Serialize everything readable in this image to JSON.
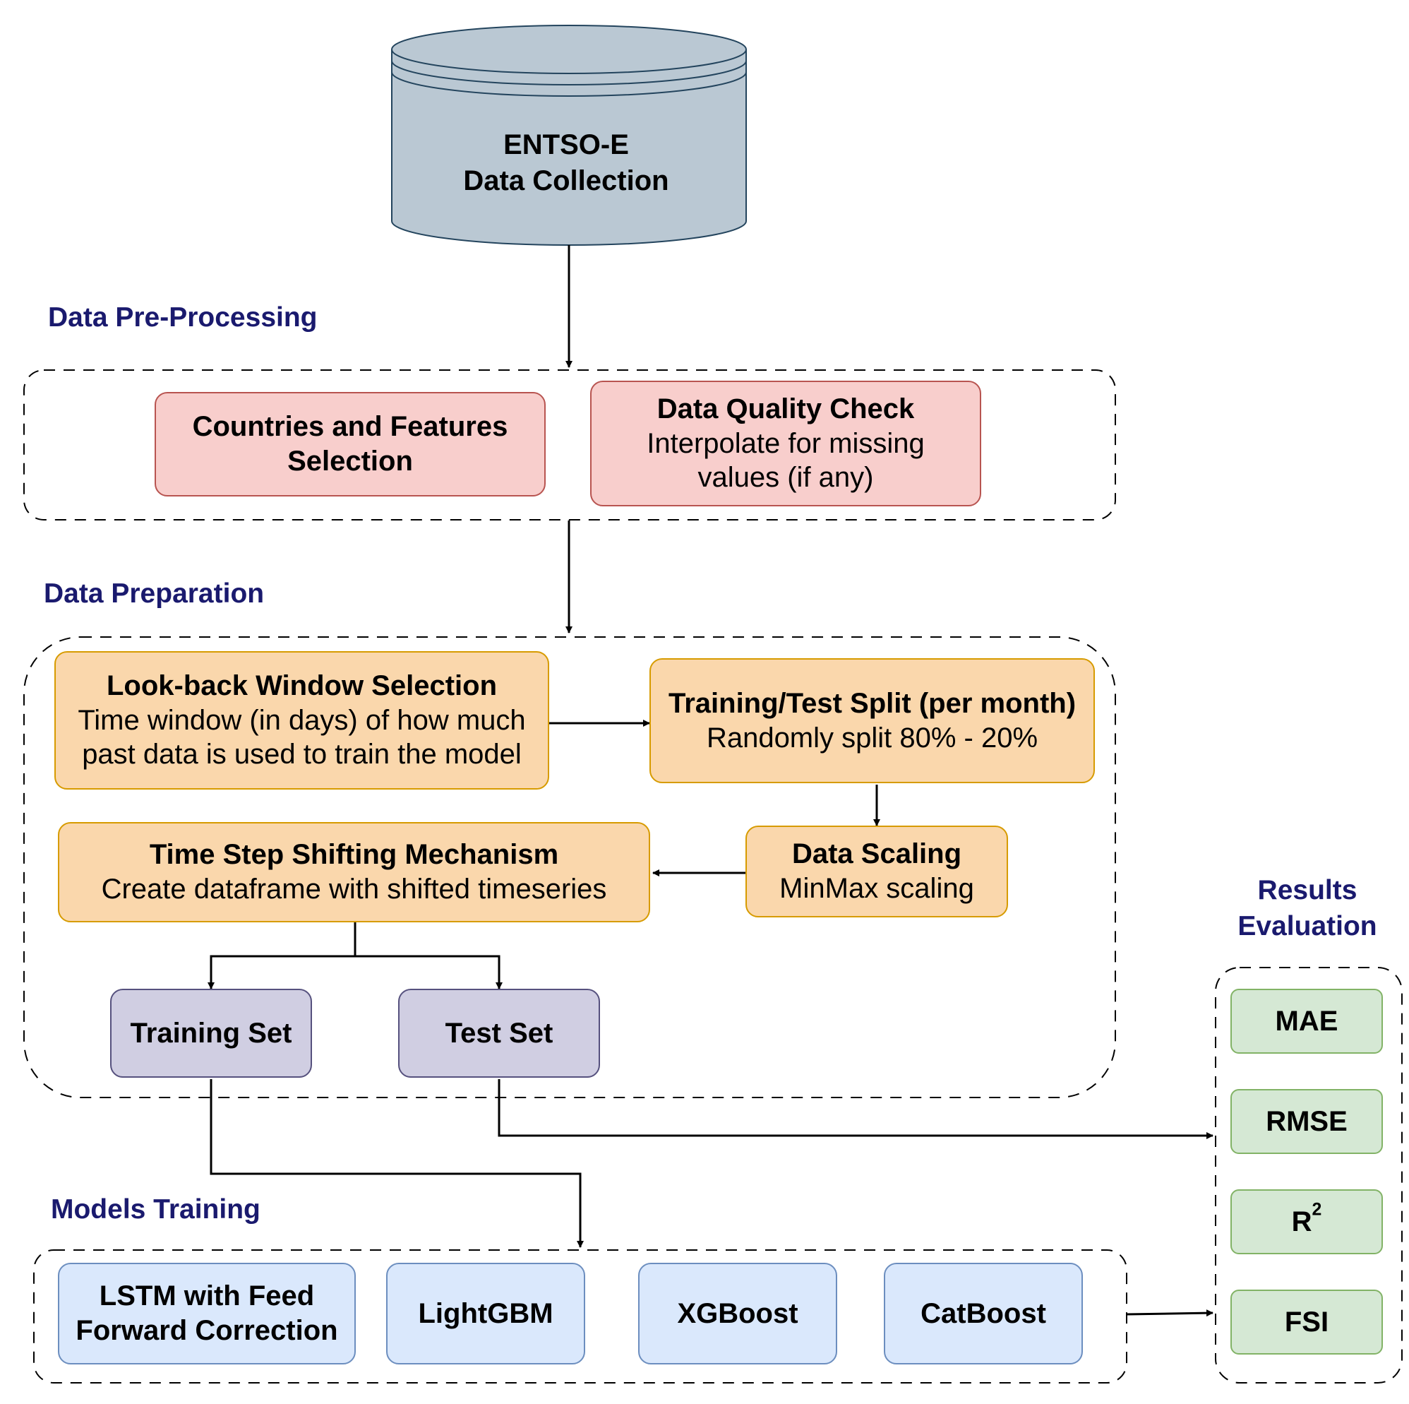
{
  "source": {
    "title": "ENTSO-E",
    "subtitle": "Data Collection"
  },
  "sections": {
    "preprocessing": "Data Pre-Processing",
    "preparation": "Data Preparation",
    "training": "Models Training",
    "evaluation_line1": "Results",
    "evaluation_line2": "Evaluation"
  },
  "preprocessing": {
    "countries": {
      "title_line1": "Countries and Features",
      "title_line2": "Selection"
    },
    "quality": {
      "title": "Data Quality Check",
      "desc_line1": "Interpolate for missing",
      "desc_line2": "values (if any)"
    }
  },
  "preparation": {
    "lookback": {
      "title": "Look-back Window Selection",
      "desc_line1": "Time window (in days) of how much",
      "desc_line2": "past data is used to train the model"
    },
    "split": {
      "title": "Training/Test Split (per month)",
      "desc": "Randomly split 80% - 20%"
    },
    "scaling": {
      "title": "Data Scaling",
      "desc": "MinMax scaling"
    },
    "shifting": {
      "title": "Time Step Shifting Mechanism",
      "desc": "Create dataframe with shifted timeseries"
    },
    "training_set": "Training Set",
    "test_set": "Test Set"
  },
  "models": {
    "lstm_line1": "LSTM with Feed",
    "lstm_line2": "Forward Correction",
    "lightgbm": "LightGBM",
    "xgboost": "XGBoost",
    "catboost": "CatBoost"
  },
  "metrics": {
    "mae": "MAE",
    "rmse": "RMSE",
    "r2_base": "R",
    "r2_sup": "2",
    "fsi": "FSI"
  },
  "colors": {
    "section_title": "#1a1a6e",
    "cylinder_fill": "#bac8d3",
    "pink_fill": "#f8cecc",
    "orange_fill": "#fad7ac",
    "purple_fill": "#d0cee2",
    "blue_fill": "#dae8fc",
    "green_fill": "#d5e8d4"
  }
}
